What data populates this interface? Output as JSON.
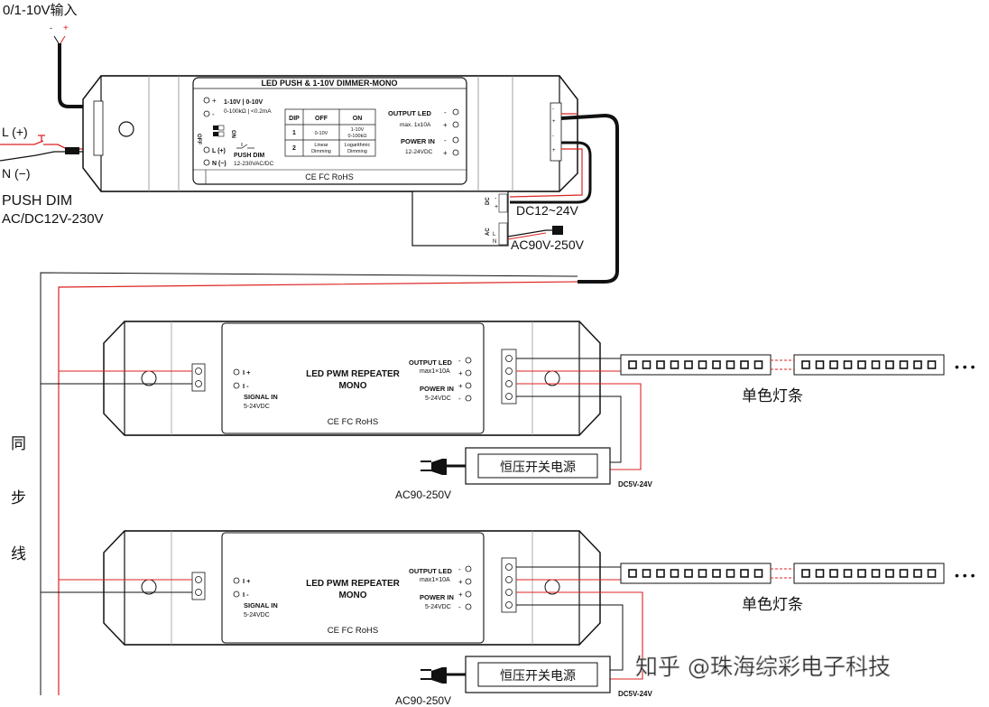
{
  "input_label": "0/1-10V输入",
  "polarity_minus": "-",
  "polarity_plus": "+",
  "push_dim": {
    "l_label": "L (+)",
    "n_label": "N (−)",
    "title": "PUSH DIM",
    "voltage": "AC/DC12V-230V"
  },
  "master": {
    "title": "LED PUSH & 1-10V DIMMER-MONO",
    "in_1": "1-10V | 0-10V",
    "in_2": "0-100kΩ | <0.2mA",
    "dip_on": "ON",
    "dip_off": "OFF",
    "l_term": "L (+)",
    "n_term": "N (−)",
    "push_dim": "PUSH DIM",
    "push_dim_v": "12-230VAC/DC",
    "table_headers": [
      "DIP",
      "OFF",
      "ON"
    ],
    "table_rows": [
      [
        "1",
        "0-10V",
        "1-10V",
        "0-100kΩ"
      ],
      [
        "2",
        "Linear",
        "Dimming",
        "Logarithmic",
        "Dimming"
      ]
    ],
    "output_led": "OUTPUT LED",
    "output_max": "max. 1x10A",
    "power_in": "POWER IN",
    "power_v": "12-24VDC",
    "certs": "CE FC RoHS"
  },
  "psu_top": {
    "dc_label": "DC12~24V",
    "ac_label": "AC90V-250V",
    "dc_term": "DC",
    "ac_term": "AC",
    "l": "L",
    "n": "N"
  },
  "sync_line": [
    "同",
    "步",
    "线"
  ],
  "repeater": {
    "title_1": "LED PWM REPEATER",
    "title_2": "MONO",
    "signal_plus": "I +",
    "signal_minus": "I -",
    "signal_in": "SIGNAL IN",
    "signal_v": "5-24VDC",
    "output_led": "OUTPUT LED",
    "output_max": "max1×10A",
    "power_in": "POWER IN",
    "power_v": "5-24VDC",
    "certs": "CE FC RoHS"
  },
  "strip_label": "单色灯条",
  "strip_dots": "• • •",
  "psu_label": "恒压开关电源",
  "psu_dc": "DC5V-24V",
  "ac_label": "AC90-250V",
  "watermark": "知乎 @珠海综彩电子科技"
}
